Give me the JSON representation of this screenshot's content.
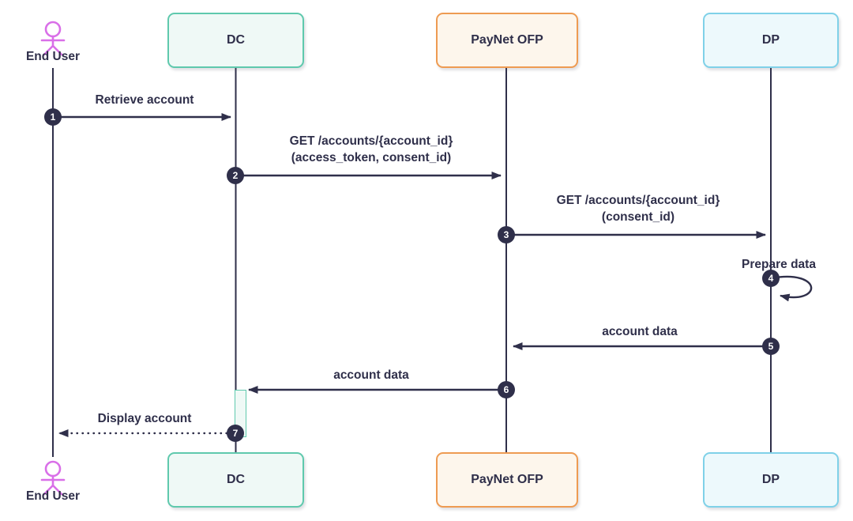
{
  "diagram_type": "sequence-diagram",
  "actors": [
    {
      "id": "end-user",
      "label": "End User",
      "kind": "person",
      "color": "#D96FE8"
    },
    {
      "id": "dc",
      "label": "DC",
      "kind": "participant",
      "fill": "#EFF9F6",
      "border": "#5FC9AD"
    },
    {
      "id": "paynet-ofp",
      "label": "PayNet OFP",
      "kind": "participant",
      "fill": "#FDF6EC",
      "border": "#EE9B52"
    },
    {
      "id": "dp",
      "label": "DP",
      "kind": "participant",
      "fill": "#EDF9FC",
      "border": "#7FD1E8"
    }
  ],
  "messages": [
    {
      "num": "1",
      "line1": "Retrieve account",
      "from": "End User",
      "to": "DC",
      "arrow": "solid"
    },
    {
      "num": "2",
      "line1": "GET /accounts/{account_id}",
      "line2": "(access_token, consent_id)",
      "from": "DC",
      "to": "PayNet OFP",
      "arrow": "solid"
    },
    {
      "num": "3",
      "line1": "GET /accounts/{account_id}",
      "line2": "(consent_id)",
      "from": "PayNet OFP",
      "to": "DP",
      "arrow": "solid"
    },
    {
      "num": "4",
      "line1": "Prepare data",
      "from": "DP",
      "to": "DP",
      "arrow": "self-loop"
    },
    {
      "num": "5",
      "line1": "account data",
      "from": "DP",
      "to": "PayNet OFP",
      "arrow": "solid"
    },
    {
      "num": "6",
      "line1": "account data",
      "from": "PayNet OFP",
      "to": "DC",
      "arrow": "solid"
    },
    {
      "num": "7",
      "line1": "Display account",
      "from": "DC",
      "to": "End User",
      "arrow": "dashed"
    }
  ],
  "colors": {
    "ink": "#2F2F4A",
    "background": "#FFFFFF",
    "person": "#D96FE8",
    "dc_border": "#5FC9AD",
    "dc_fill": "#EFF9F6",
    "paynet_border": "#EE9B52",
    "paynet_fill": "#FDF6EC",
    "dp_border": "#7FD1E8",
    "dp_fill": "#EDF9FC"
  }
}
